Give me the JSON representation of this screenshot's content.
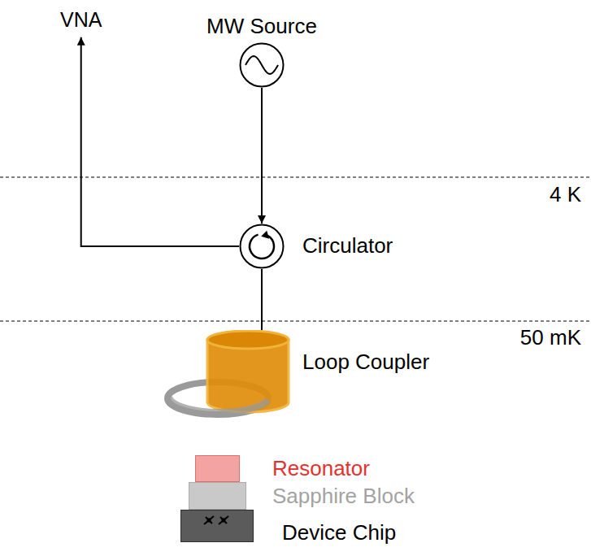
{
  "diagram": {
    "nodes": [
      {
        "text": [
          "VNA"
        ]
      },
      {
        "text": [
          "MW Source"
        ]
      },
      {
        "text": [
          "Circulator"
        ]
      },
      {
        "text": [
          "Loop Coupler"
        ]
      },
      {
        "text": [
          "Resonator"
        ]
      },
      {
        "text": [
          "Sapphire Block"
        ]
      },
      {
        "text": [
          "Device Chip"
        ]
      }
    ],
    "edges": [
      {
        "from": 1,
        "to": 2,
        "arrow": "to"
      },
      {
        "from": 2,
        "to": 0,
        "arrow": "to"
      },
      {
        "from": 2,
        "to": 3,
        "arrow": "none"
      }
    ],
    "labels": [
      "4 K",
      "50 mK"
    ]
  }
}
